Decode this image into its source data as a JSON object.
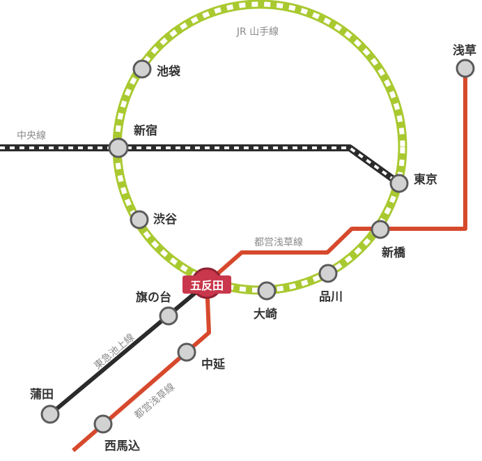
{
  "lines": {
    "yamanote": {
      "name": "JR 山手線",
      "color": "#a9c930"
    },
    "chuo": {
      "name": "中央線",
      "color": "#2b2b2b"
    },
    "asakusa_top": {
      "name": "都営浅草線",
      "color": "#d6492c"
    },
    "asakusa_bottom": {
      "name": "都営浅草線",
      "color": "#d6492c"
    },
    "tokyu": {
      "name": "東急池上線",
      "color": "#2b2b2b"
    }
  },
  "stations": {
    "ikebukuro": "池袋",
    "shinjuku": "新宿",
    "tokyo": "東京",
    "shibuya": "渋谷",
    "shinbashi": "新橋",
    "shinagawa": "品川",
    "osaki": "大崎",
    "gotanda": "五反田",
    "hatanodai": "旗の台",
    "nakanobu": "中延",
    "kamata": "蒲田",
    "nishimagome": "西馬込",
    "asakusa": "浅草"
  },
  "colors": {
    "station_fill": "#d2d2d2",
    "station_stroke": "#5a5a5a",
    "hub_fill": "#c8374c",
    "hub_label_bg": "#c8374c"
  }
}
